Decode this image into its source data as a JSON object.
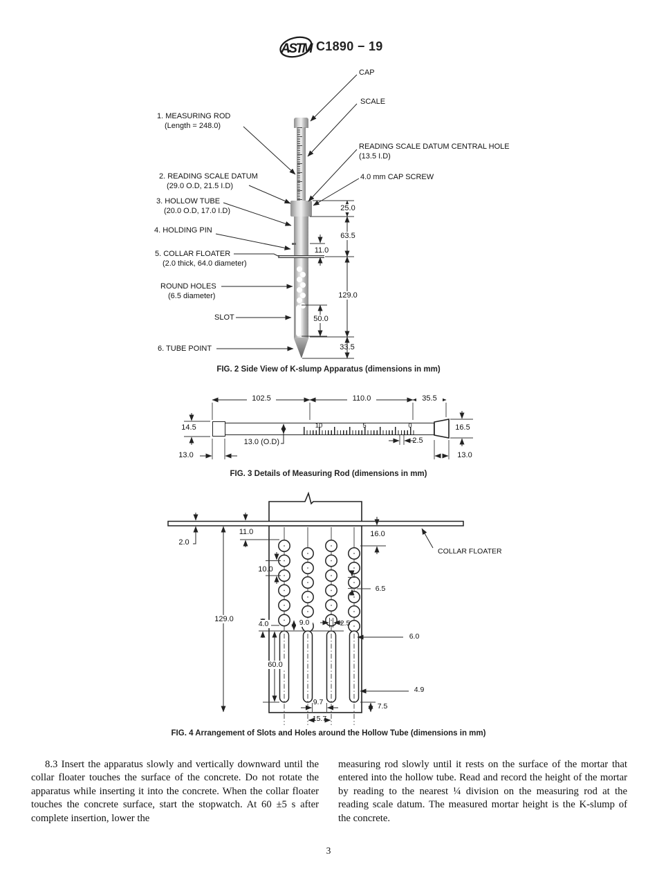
{
  "header": {
    "logo": "ASTM",
    "standard_number": "C1890 − 19"
  },
  "fig2": {
    "caption": "FIG. 2 Side View of K-slump Apparatus (dimensions in mm)",
    "l1a": "1. MEASURING ROD",
    "l1b": "(Length = 248.0)",
    "l2a": "2. READING SCALE DATUM",
    "l2b": "(29.0 O.D, 21.5 I.D)",
    "l3a": "3. HOLLOW TUBE",
    "l3b": "(20.0 O.D, 17.0 I.D)",
    "l4": "4. HOLDING PIN",
    "l5a": "5. COLLAR FLOATER",
    "l5b": "(2.0 thick, 64.0 diameter)",
    "l6a": "ROUND HOLES",
    "l6b": "(6.5 diameter)",
    "l7": "SLOT",
    "l8": "6. TUBE POINT",
    "r1": "CAP",
    "r2": "SCALE",
    "r3a": "READING SCALE DATUM CENTRAL HOLE",
    "r3b": "(13.5 I.D)",
    "r4": "4.0 mm CAP SCREW",
    "d25": "25.0",
    "d635": "63.5",
    "d11": "11.0",
    "d129": "129.0",
    "d50": "50.0",
    "d335": "33.5"
  },
  "fig3": {
    "caption": "FIG. 3 Details of Measuring Rod (dimensions in mm)",
    "d1025": "102.5",
    "d110": "110.0",
    "d355": "35.5",
    "d145": "14.5",
    "d165": "16.5",
    "d13od": "13.0 (O.D)",
    "d25": "2.5",
    "d13l": "13.0",
    "d13r": "13.0",
    "scale_labels": {
      "s10": "10",
      "s5": "5",
      "s0": "0"
    }
  },
  "fig4": {
    "caption": "FIG. 4 Arrangement of Slots and Holes around the Hollow Tube (dimensions in mm)",
    "collar_label": "COLLAR FLOATER",
    "d2": "2.0",
    "d129": "129.0",
    "d11": "11.0",
    "d10": "10.0",
    "d4": "4.0",
    "d60": "60.0",
    "d16": "16.0",
    "d65": "6.5",
    "d9": "9.0",
    "d25": "2.5",
    "d6": "6.0",
    "d49": "4.9",
    "d97": "9.7",
    "d157": "15.7",
    "d75": "7.5"
  },
  "body_text": {
    "left_column": "8.3 Insert the apparatus slowly and vertically downward until the collar floater touches the surface of the concrete. Do not rotate the apparatus while inserting it into the concrete. When the collar floater touches the concrete surface, start the stopwatch. At 60 ±5 s after complete insertion, lower the",
    "right_column": "measuring rod slowly until it rests on the surface of the mortar that entered into the hollow tube. Read and record the height of the mortar by reading to the nearest ¼ division on the measuring rod at the reading scale datum. The measured mortar height is the K-slump of the concrete."
  },
  "page_number": "3"
}
